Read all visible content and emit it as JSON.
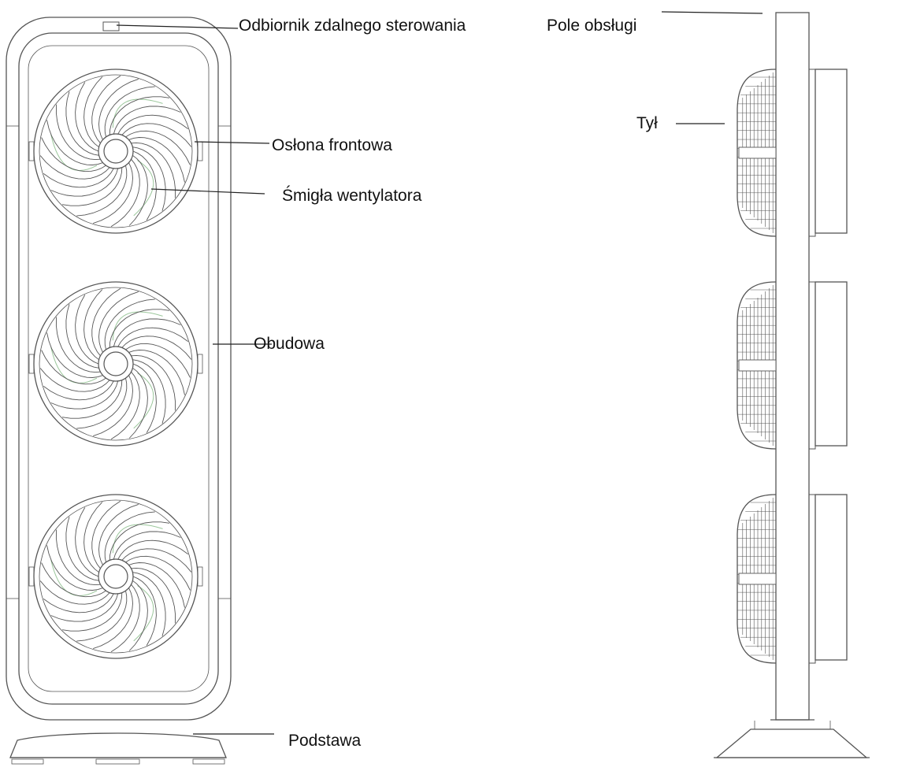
{
  "labels": {
    "remote_receiver": "Odbiornik zdalnego sterowania",
    "control_panel": "Pole obsługi",
    "front_cover": "Osłona frontowa",
    "fan_blades": "Śmigła wentylatora",
    "housing": "Obudowa",
    "back": "Tył",
    "base": "Podstawa"
  },
  "colors": {
    "line": "#555555",
    "accent_green": "#9bc79b"
  }
}
